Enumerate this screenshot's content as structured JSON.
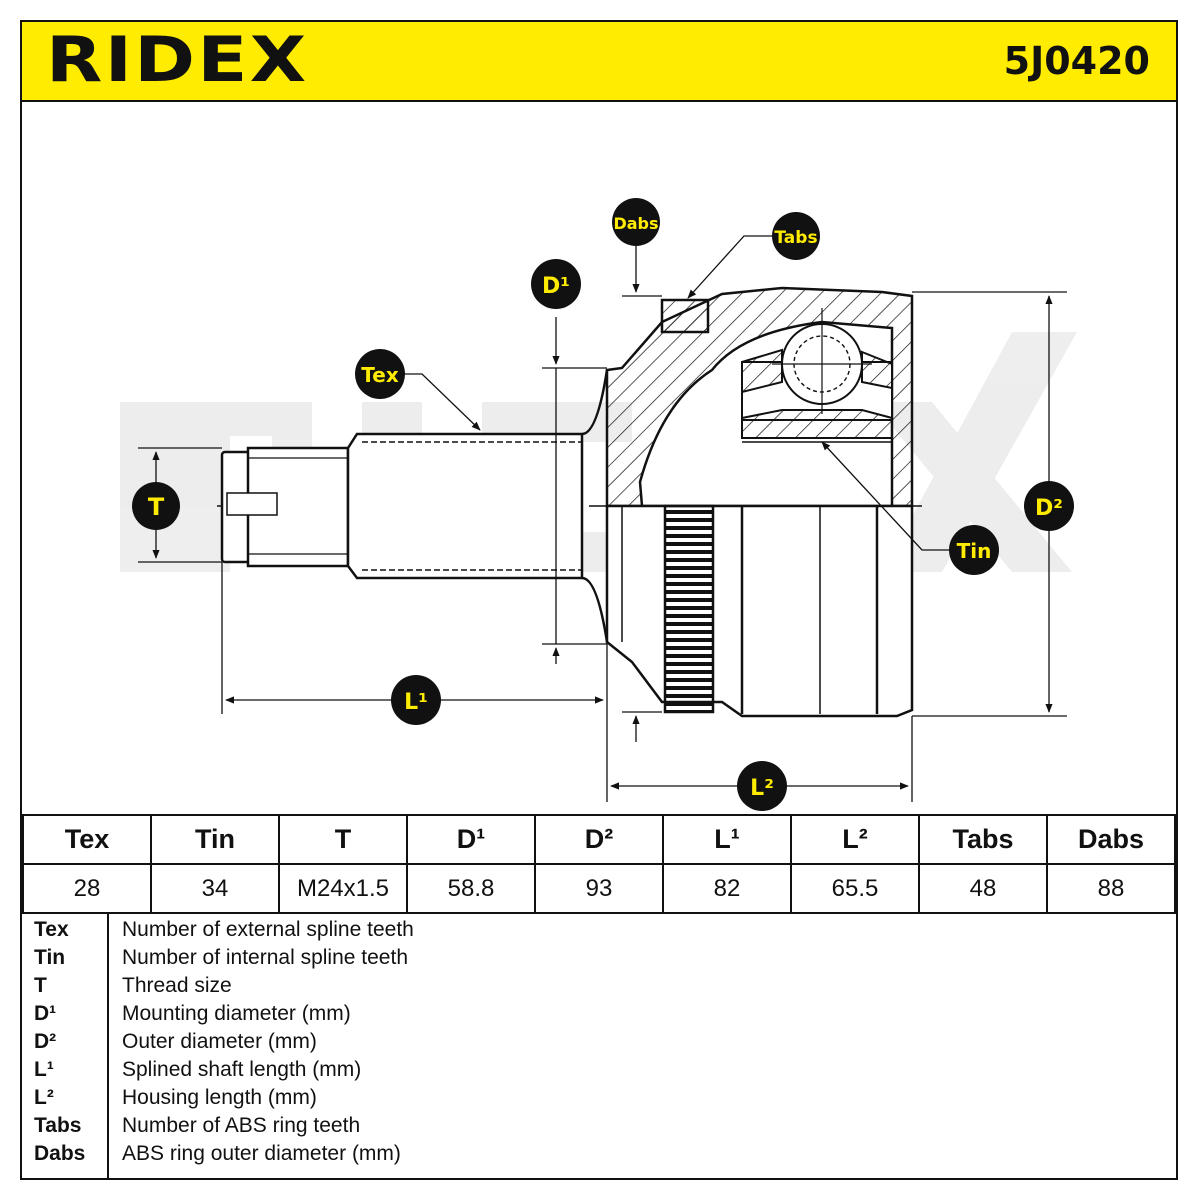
{
  "header": {
    "brand": "RIDEX",
    "part_number": "5J0420"
  },
  "diagram": {
    "labels": {
      "tex": "Tex",
      "tin": "Tin",
      "t": "T",
      "d1": "D¹",
      "d2": "D²",
      "l1": "L¹",
      "l2": "L²",
      "tabs": "Tabs",
      "dabs": "Dabs"
    },
    "accent_color": "#ffec00",
    "label_bg_color": "#111111"
  },
  "specs": {
    "headers": [
      "Tex",
      "Tin",
      "T",
      "D¹",
      "D²",
      "L¹",
      "L²",
      "Tabs",
      "Dabs"
    ],
    "values": [
      "28",
      "34",
      "M24x1.5",
      "58.8",
      "93",
      "82",
      "65.5",
      "48",
      "88"
    ]
  },
  "legend": [
    {
      "abbr": "Tex",
      "desc": "Number of external spline teeth"
    },
    {
      "abbr": "Tin",
      "desc": "Number of internal spline teeth"
    },
    {
      "abbr": "T",
      "desc": "Thread size"
    },
    {
      "abbr": "D¹",
      "desc": "Mounting diameter (mm)"
    },
    {
      "abbr": "D²",
      "desc": "Outer diameter (mm)"
    },
    {
      "abbr": "L¹",
      "desc": "Splined shaft length (mm)"
    },
    {
      "abbr": "L²",
      "desc": "Housing length (mm)"
    },
    {
      "abbr": "Tabs",
      "desc": "Number of ABS ring teeth"
    },
    {
      "abbr": "Dabs",
      "desc": "ABS ring outer diameter (mm)"
    }
  ]
}
